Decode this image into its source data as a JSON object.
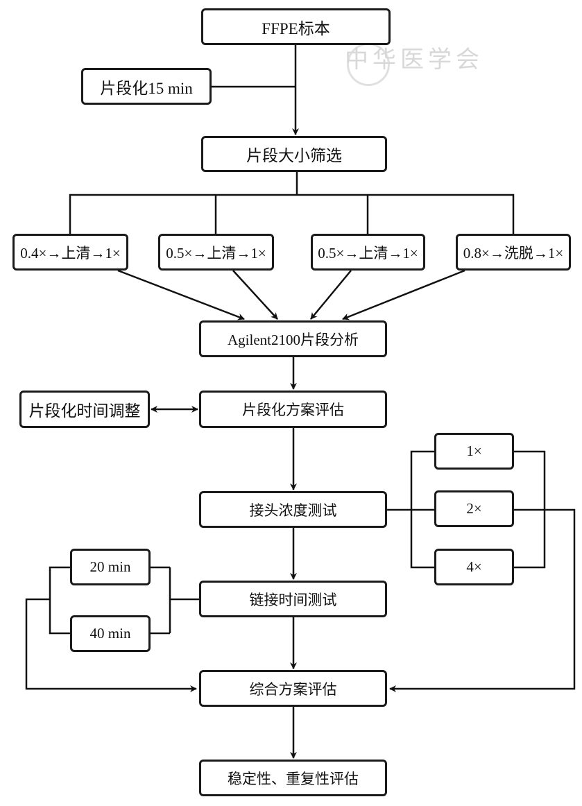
{
  "watermark": {
    "text": "中华医学会"
  },
  "nodes": {
    "ffpe": "FFPE标本",
    "frag15": "片段化15 min",
    "size_select": "片段大小筛选",
    "ratio1": "0.4×→上清→1×",
    "ratio2": "0.5×→上清→1×",
    "ratio3": "0.5×→上清→1×",
    "ratio4": "0.8×→洗脱→1×",
    "agilent": "Agilent2100片段分析",
    "frag_time_adjust": "片段化时间调整",
    "frag_eval": "片段化方案评估",
    "adapter_test": "接头浓度测试",
    "adapter_1x": "1×",
    "adapter_2x": "2×",
    "adapter_4x": "4×",
    "lig_20": "20 min",
    "lig_40": "40 min",
    "ligation_test": "链接时间测试",
    "overall_eval": "综合方案评估",
    "stability_eval": "稳定性、重复性评估"
  }
}
